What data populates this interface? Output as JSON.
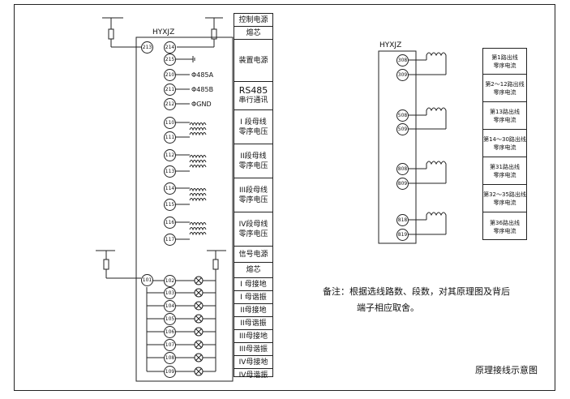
{
  "left_device": {
    "name": "HYXJZ",
    "terminals": {
      "t213": "213",
      "t214": "214",
      "t215": "215",
      "t210": "210",
      "t211": "211",
      "t212": "212",
      "t110": "110",
      "t111": "111",
      "t112": "112",
      "t113": "113",
      "t114": "114",
      "t115": "115",
      "t116": "116",
      "t117": "117",
      "t101": "101",
      "t102": "102",
      "t103": "103",
      "t104": "104",
      "t105": "105",
      "t106": "106",
      "t107": "107",
      "t108": "108",
      "t109": "109"
    }
  },
  "comm_labels": {
    "a": "Φ485A",
    "b": "Φ485B",
    "gnd": "ΦGND"
  },
  "left_table": [
    {
      "lines": [
        "控制电源"
      ]
    },
    {
      "lines": [
        "熔芯"
      ]
    },
    {
      "lines": [
        "装置电源"
      ]
    },
    {
      "lines": [
        "RS485",
        "串行通讯"
      ]
    },
    {
      "lines": [
        "I 段母线",
        "零序电压"
      ]
    },
    {
      "lines": [
        "II段母线",
        "零序电压"
      ]
    },
    {
      "lines": [
        "III段母线",
        "零序电压"
      ]
    },
    {
      "lines": [
        "IV段母线",
        "零序电压"
      ]
    },
    {
      "lines": [
        "信号电源"
      ]
    },
    {
      "lines": [
        "熔芯"
      ]
    },
    {
      "lines": [
        "I 母接地"
      ]
    },
    {
      "lines": [
        "I 母谐振"
      ]
    },
    {
      "lines": [
        "II母接地"
      ]
    },
    {
      "lines": [
        "II母谐振"
      ]
    },
    {
      "lines": [
        "III母接地"
      ]
    },
    {
      "lines": [
        "III母谐振"
      ]
    },
    {
      "lines": [
        "IV母接地"
      ]
    },
    {
      "lines": [
        "IV母谐振"
      ]
    }
  ],
  "right_device": {
    "name": "HYXJZ",
    "terminals": {
      "t308": "308",
      "t309": "309",
      "t508": "508",
      "t509": "509",
      "t808": "808",
      "t809": "809",
      "t818": "818",
      "t819": "819"
    }
  },
  "right_table": [
    {
      "lines": [
        "第1路出线",
        "零序电流"
      ]
    },
    {
      "lines": [
        "第2～12路出线",
        "零序电流"
      ]
    },
    {
      "lines": [
        "第13路出线",
        "零序电流"
      ]
    },
    {
      "lines": [
        "第14～30路出线",
        "零序电流"
      ]
    },
    {
      "lines": [
        "第31路出线",
        "零序电流"
      ]
    },
    {
      "lines": [
        "第32～35路出线",
        "零序电流"
      ]
    },
    {
      "lines": [
        "第36路出线",
        "零序电流"
      ]
    }
  ],
  "note": {
    "line1": "备注：根据选线路数、段数，对其原理图及背后",
    "line2": "端子相应取舍。"
  },
  "caption": "原理接线示意图"
}
